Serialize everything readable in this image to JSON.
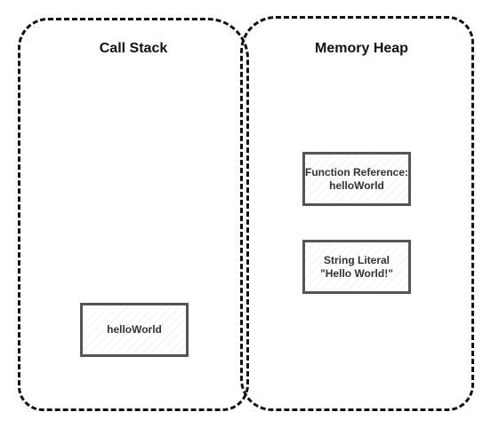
{
  "regions": {
    "call_stack": {
      "title": "Call Stack",
      "frames": [
        {
          "label": "helloWorld"
        }
      ]
    },
    "memory_heap": {
      "title": "Memory Heap",
      "objects": [
        {
          "label": "Function Reference:\nhelloWorld"
        },
        {
          "label": "String Literal\n\"Hello World!\""
        }
      ]
    }
  },
  "colors": {
    "stroke": "#111111",
    "box_border": "#555555",
    "text": "#333333",
    "background": "#ffffff"
  }
}
